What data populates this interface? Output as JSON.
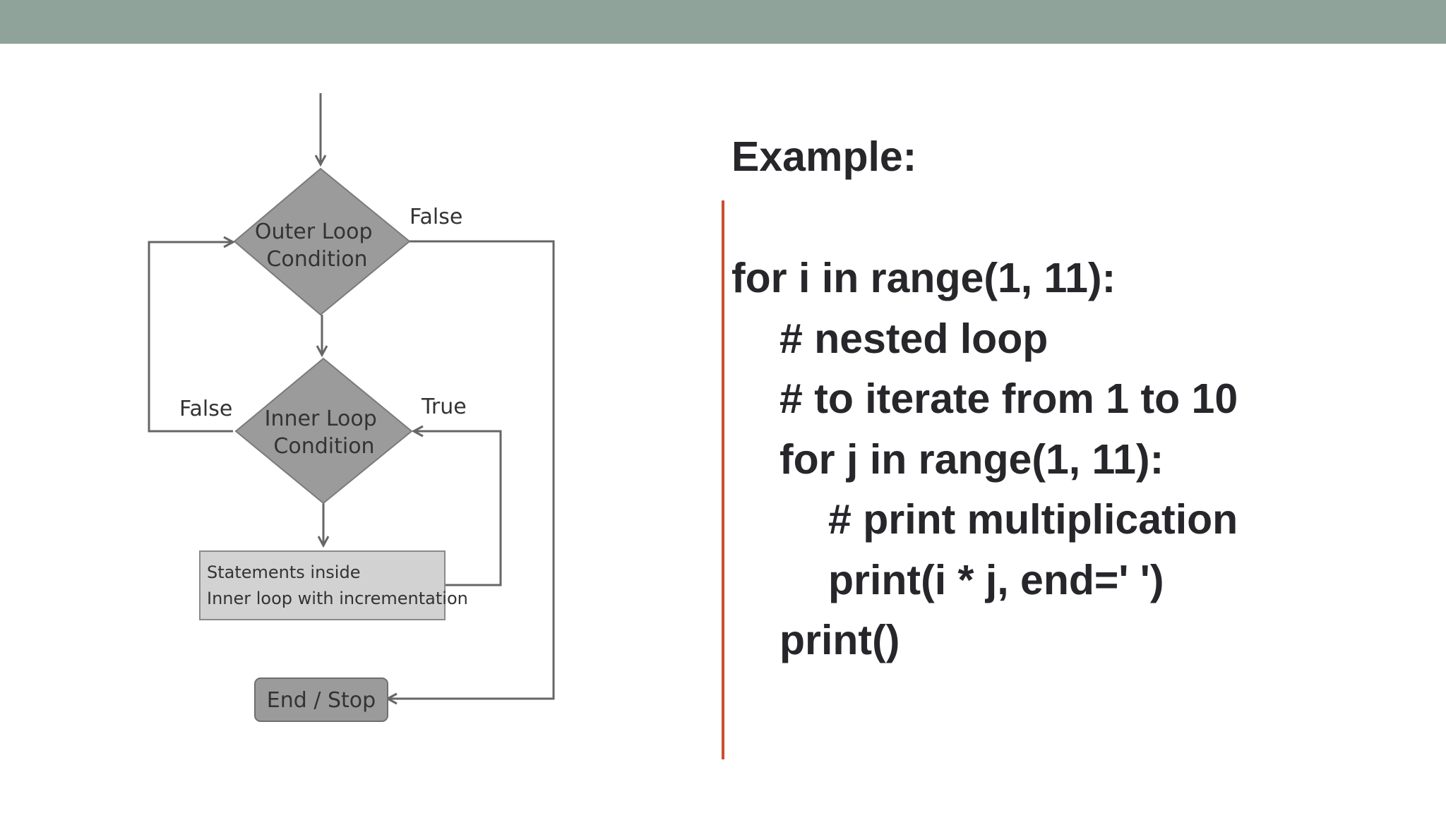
{
  "header": {
    "color": "#8fa39a"
  },
  "flowchart": {
    "outer_condition": [
      "Outer Loop",
      "Condition"
    ],
    "inner_condition": [
      "Inner Loop",
      "Condition"
    ],
    "statements": [
      "Statements inside",
      "Inner loop with incrementation"
    ],
    "end_label": "End / Stop",
    "outer_false_label": "False",
    "inner_false_label": "False",
    "inner_true_label": "True"
  },
  "example": {
    "heading": "Example:",
    "accent_color": "#c9502f",
    "code_lines": [
      {
        "indent": 0,
        "text": "for i in range(1, 11):"
      },
      {
        "indent": 1,
        "text": "# nested loop"
      },
      {
        "indent": 1,
        "text": "# to iterate from 1 to 10"
      },
      {
        "indent": 1,
        "text": "for j in range(1, 11):"
      },
      {
        "indent": 2,
        "text": "# print multiplication"
      },
      {
        "indent": 2,
        "text": "print(i * j, end=' ')"
      },
      {
        "indent": 1,
        "text": "print()"
      }
    ]
  }
}
